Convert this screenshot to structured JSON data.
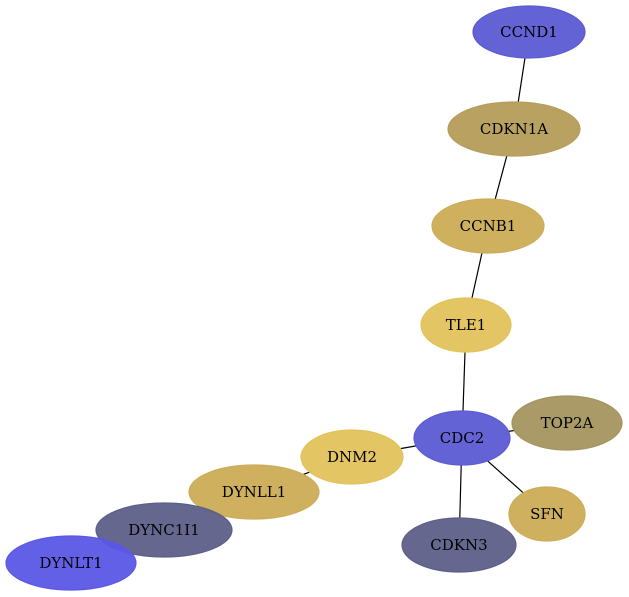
{
  "colors": {
    "blue": "#5c5bd3",
    "bright_blue": "#5a57e6",
    "slate": "#5e5f89",
    "gold": "#e2c25b",
    "tan_gold": "#ccac56",
    "light_gold": "#d7b75e",
    "khaki": "#b59d59",
    "olive_khaki": "#a49560"
  },
  "nodes": [
    {
      "id": "CCND1",
      "label": "CCND1",
      "color": "blue"
    },
    {
      "id": "CDKN1A",
      "label": "CDKN1A",
      "color": "khaki"
    },
    {
      "id": "CCNB1",
      "label": "CCNB1",
      "color": "tan_gold"
    },
    {
      "id": "TLE1",
      "label": "TLE1",
      "color": "gold"
    },
    {
      "id": "CDC2",
      "label": "CDC2",
      "color": "blue"
    },
    {
      "id": "TOP2A",
      "label": "TOP2A",
      "color": "olive_khaki"
    },
    {
      "id": "SFN",
      "label": "SFN",
      "color": "tan_gold"
    },
    {
      "id": "CDKN3",
      "label": "CDKN3",
      "color": "slate"
    },
    {
      "id": "DNM2",
      "label": "DNM2",
      "color": "gold"
    },
    {
      "id": "DYNLL1",
      "label": "DYNLL1",
      "color": "tan_gold"
    },
    {
      "id": "DYNC1I1",
      "label": "DYNC1I1",
      "color": "slate"
    },
    {
      "id": "DYNLT1",
      "label": "DYNLT1",
      "color": "bright_blue"
    }
  ],
  "edges": [
    {
      "from": "CCND1",
      "to": "CDKN1A"
    },
    {
      "from": "CDKN1A",
      "to": "CCNB1"
    },
    {
      "from": "CCNB1",
      "to": "TLE1"
    },
    {
      "from": "TLE1",
      "to": "CDC2"
    },
    {
      "from": "CDC2",
      "to": "TOP2A"
    },
    {
      "from": "CDC2",
      "to": "SFN"
    },
    {
      "from": "CDC2",
      "to": "CDKN3"
    },
    {
      "from": "CDC2",
      "to": "DNM2"
    },
    {
      "from": "DNM2",
      "to": "DYNLL1"
    },
    {
      "from": "DYNLL1",
      "to": "DYNC1I1"
    },
    {
      "from": "DYNC1I1",
      "to": "DYNLT1"
    }
  ]
}
